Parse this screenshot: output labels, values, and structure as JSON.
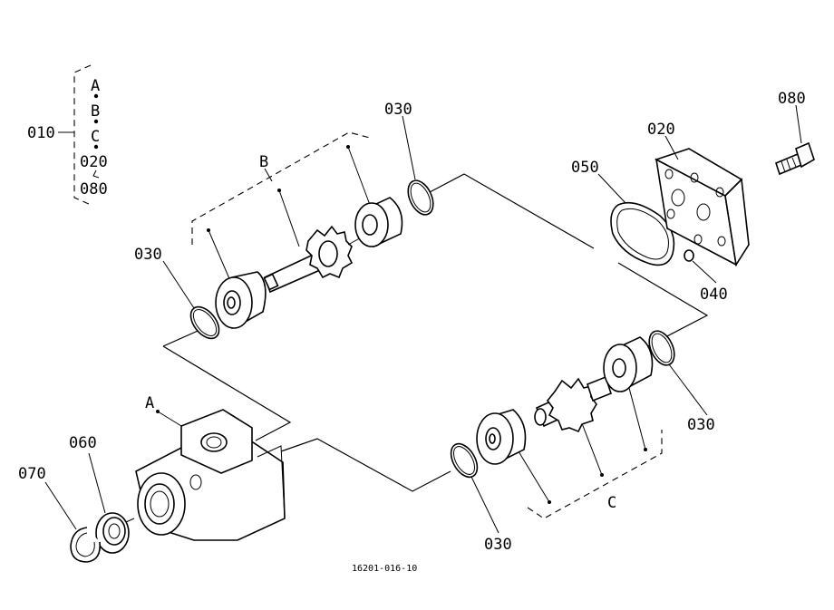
{
  "kit": {
    "number": "010",
    "items": [
      "A",
      "B",
      "C",
      "020",
      "080"
    ]
  },
  "callouts": {
    "housing": "A",
    "drive_gear_group": "B",
    "driven_gear_group": "C",
    "o_ring_top": "030",
    "o_ring_left": "030",
    "o_ring_right": "030",
    "o_ring_bottom": "030",
    "cover": "020",
    "bolt": "080",
    "gasket": "050",
    "small_o_ring": "040",
    "oil_seal": "060",
    "snap_ring": "070"
  },
  "drawing_number": "16201-016-10"
}
